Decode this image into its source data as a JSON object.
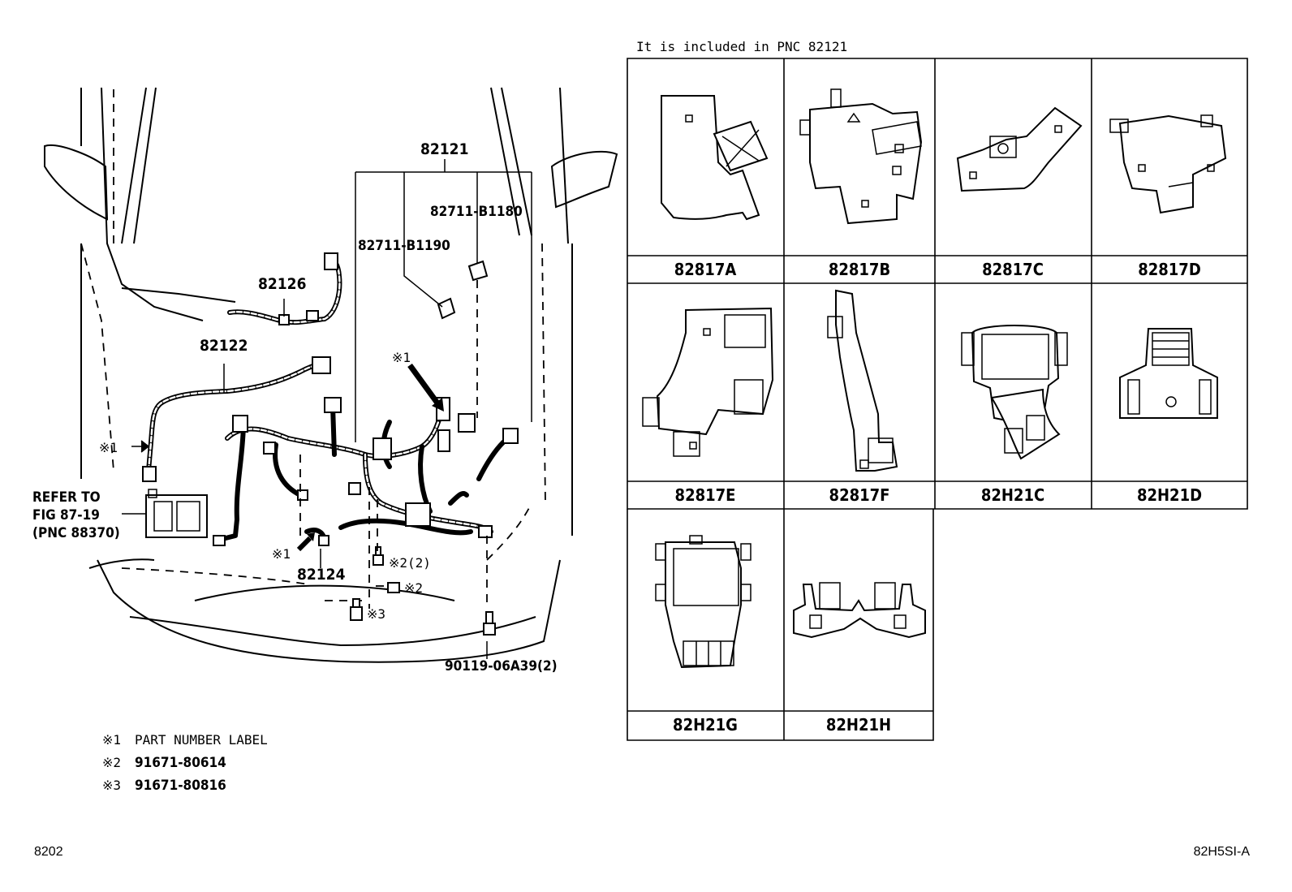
{
  "header_note": "It is included in PNC 82121",
  "callouts": {
    "main_harness": "82121",
    "clip_a": "82711-B1180",
    "clip_b": "82711-B1190",
    "engine_room_wire": "82126",
    "front_wire": "82122",
    "sub_wire": "82124",
    "mark1_left": "※1",
    "mark1_top": "※1",
    "mark1_bottom": "※1",
    "bolt_mark2_qty": "※2(2)",
    "bolt_mark2": "※2",
    "bolt_mark3": "※3",
    "bolt_part": "90119-06A39(2)",
    "refer_line1": "REFER TO",
    "refer_line2": "FIG 87-19",
    "refer_line3": "(PNC 88370)"
  },
  "legend": [
    {
      "mark": "※1",
      "text": "PART NUMBER LABEL"
    },
    {
      "mark": "※2",
      "text": "91671-80614"
    },
    {
      "mark": "※3",
      "text": "91671-80816"
    }
  ],
  "grid_cells": [
    {
      "label": "82817A",
      "icon": "clamp-bracket-icon"
    },
    {
      "label": "82817B",
      "icon": "clamp-block-icon"
    },
    {
      "label": "82817C",
      "icon": "clamp-elbow-icon"
    },
    {
      "label": "82817D",
      "icon": "clamp-cover-icon"
    },
    {
      "label": "82817E",
      "icon": "protector-icon"
    },
    {
      "label": "82817F",
      "icon": "long-protector-icon"
    },
    {
      "label": "82H21C",
      "icon": "connector-cover-icon"
    },
    {
      "label": "82H21D",
      "icon": "connector-housing-icon"
    },
    {
      "label": "82H21G",
      "icon": "connector-block-icon"
    },
    {
      "label": "82H21H",
      "icon": "twin-clip-icon"
    }
  ],
  "footer": {
    "page_code": "8202",
    "figure_id": "82H5SI-A"
  }
}
